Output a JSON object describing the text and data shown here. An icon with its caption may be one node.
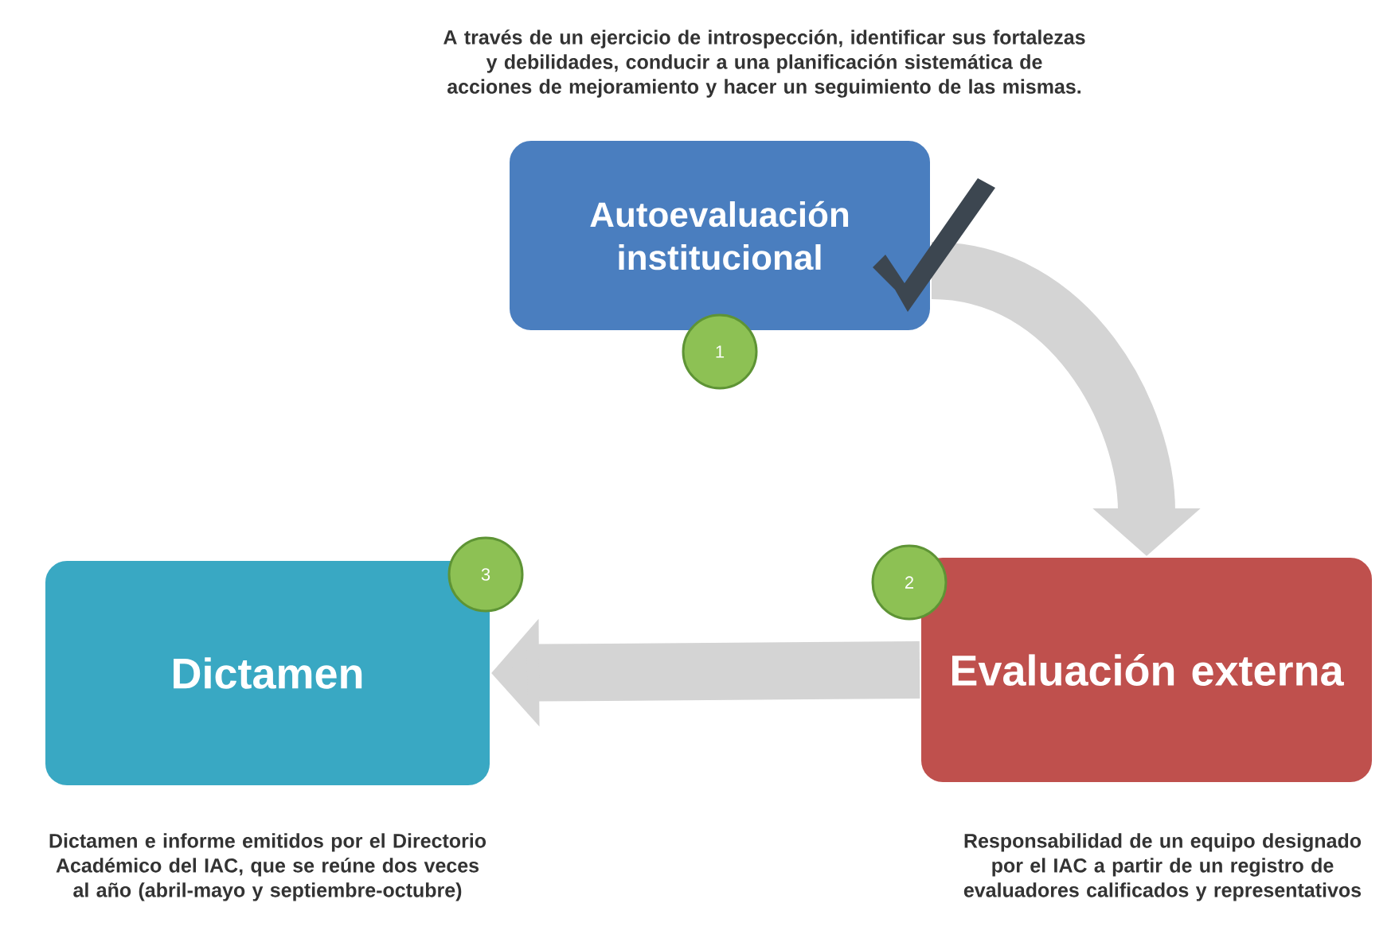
{
  "diagram": {
    "nodes": [
      {
        "text": [
          "Autoevaluación institucional"
        ],
        "beside": [
          "A través de un ejercicio de introspección, identificar sus fortalezas y debilidades, conducir a una planificación sistemática de acciones de mejoramiento y hacer un seguimiento de las mismas."
        ]
      },
      {
        "text": [
          "1"
        ]
      },
      {
        "text": [
          "Evaluación externa"
        ],
        "beside": [
          "Responsabilidad de un equipo designado por el IAC a partir de un registro de evaluadores calificados y representativos"
        ]
      },
      {
        "text": [
          "2"
        ]
      },
      {
        "text": [
          "Dictamen"
        ],
        "beside": [
          "Dictamen e informe emitidos por el Directorio Académico del IAC, que se reúne dos veces al año (abril-mayo y septiembre-octubre)"
        ]
      },
      {
        "text": [
          "3"
        ]
      }
    ],
    "edges": [
      {
        "from": 0,
        "to": 2,
        "arrow": "to"
      },
      {
        "from": 2,
        "to": 4,
        "arrow": "to"
      }
    ]
  }
}
